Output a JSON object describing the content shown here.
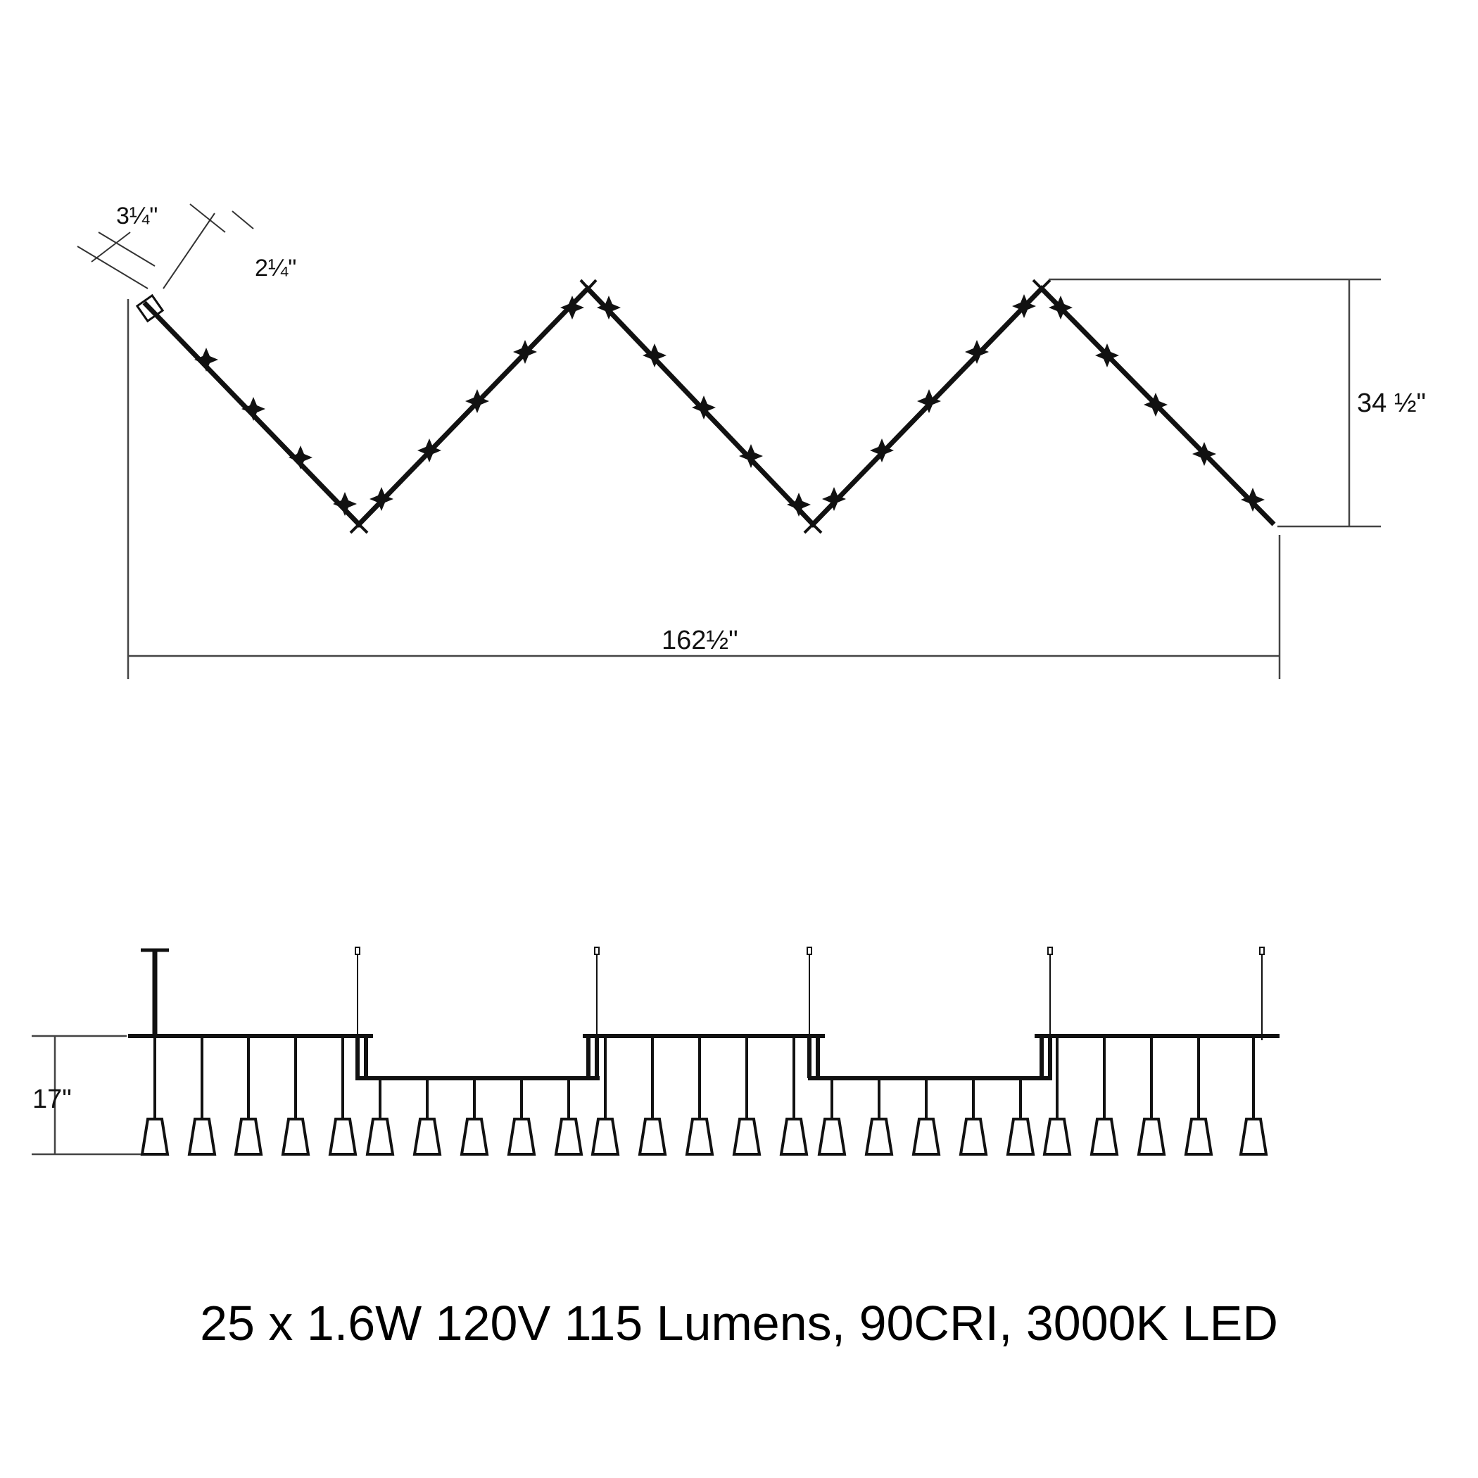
{
  "plan_view": {
    "dims": {
      "canopy_width": "3¼\"",
      "canopy_depth": "2¼\"",
      "height": "34 ½\"",
      "overall_length": "162½\""
    },
    "colors": {
      "line": "#111111",
      "dimension_line": "#333333"
    }
  },
  "elevation_view": {
    "dims": {
      "drop": "17\""
    },
    "pendant_count": 25
  },
  "spec_text": "25 x 1.6W 120V 115 Lumens, 90CRI, 3000K LED"
}
